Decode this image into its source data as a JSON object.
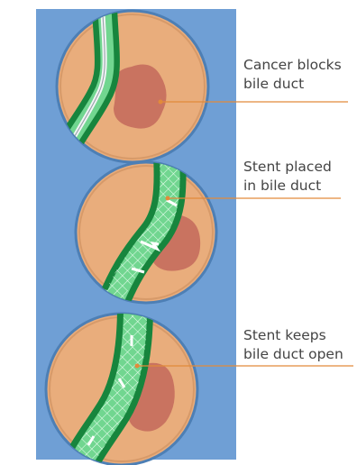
{
  "colors": {
    "background": "#6f9fd5",
    "tissue": "#e9ad7c",
    "tissue_edge": "#c08252",
    "tumor": "#c97360",
    "duct_dark": "#17853d",
    "duct_light": "#71d690",
    "stent_mesh": "#eafff0",
    "pointer_line": "#e28a3a",
    "label_text": "#444444"
  },
  "steps": [
    {
      "caption_line1": "Cancer blocks",
      "caption_line2": "bile duct",
      "icon": "bile-duct-blocked-by-tumor"
    },
    {
      "caption_line1": "Stent placed",
      "caption_line2": "in bile duct",
      "icon": "stent-being-placed"
    },
    {
      "caption_line1": "Stent keeps",
      "caption_line2": "bile duct open",
      "icon": "stent-holding-duct-open"
    }
  ]
}
